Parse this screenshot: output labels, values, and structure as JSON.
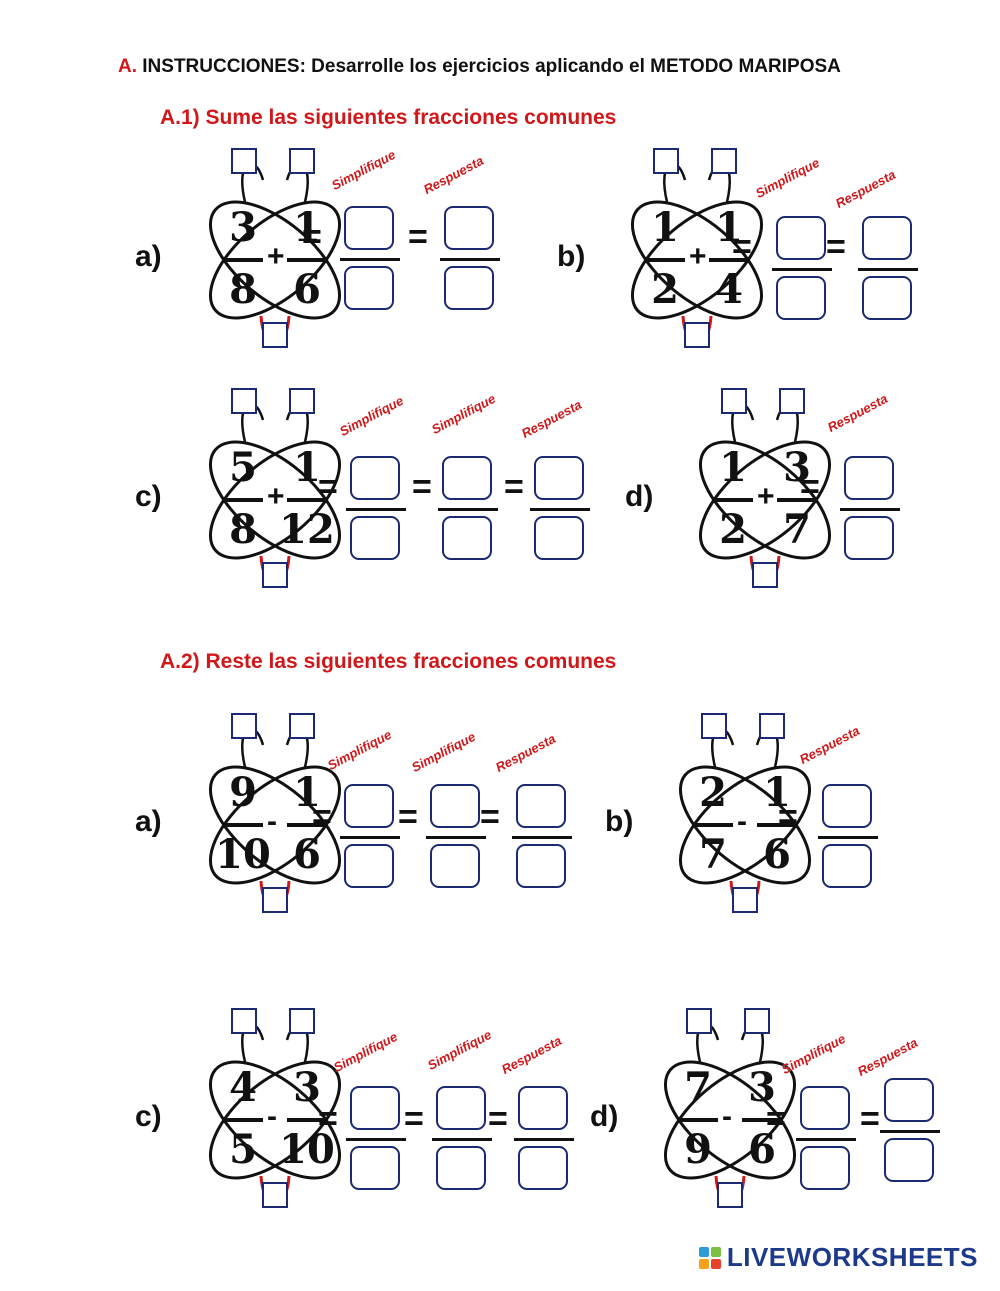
{
  "instructions": {
    "letter": "A.",
    "text": "INSTRUCCIONES: Desarrolle los ejercicios aplicando el METODO MARIPOSA"
  },
  "sections": [
    {
      "title": "A.1) Sume las siguientes fracciones comunes"
    },
    {
      "title": "A.2) Reste las siguientes fracciones comunes"
    }
  ],
  "exercises": [
    {
      "label": "a)",
      "n1": "3",
      "d1": "8",
      "op": "+",
      "n2": "1",
      "d2": "6",
      "tags": [
        "Simplifique",
        "Respuesta"
      ]
    },
    {
      "label": "b)",
      "n1": "1",
      "d1": "2",
      "op": "+",
      "n2": "1",
      "d2": "4",
      "tags": [
        "Simplifique",
        "Respuesta"
      ]
    },
    {
      "label": "c)",
      "n1": "5",
      "d1": "8",
      "op": "+",
      "n2": "1",
      "d2": "12",
      "tags": [
        "Simplifique",
        "Simplifique",
        "Respuesta"
      ]
    },
    {
      "label": "d)",
      "n1": "1",
      "d1": "2",
      "op": "+",
      "n2": "3",
      "d2": "7",
      "tags": [
        "Respuesta"
      ]
    },
    {
      "label": "a)",
      "n1": "9",
      "d1": "10",
      "op": "-",
      "n2": "1",
      "d2": "6",
      "tags": [
        "Simplifique",
        "Simplifique",
        "Respuesta"
      ]
    },
    {
      "label": "b)",
      "n1": "2",
      "d1": "7",
      "op": "-",
      "n2": "1",
      "d2": "6",
      "tags": [
        "Respuesta"
      ]
    },
    {
      "label": "c)",
      "n1": "4",
      "d1": "5",
      "op": "-",
      "n2": "3",
      "d2": "10",
      "tags": [
        "Simplifique",
        "Simplifique",
        "Respuesta"
      ]
    },
    {
      "label": "d)",
      "n1": "7",
      "d1": "9",
      "op": "-",
      "n2": "3",
      "d2": "6",
      "tags": [
        "Simplifique",
        "Respuesta"
      ]
    }
  ],
  "footer": {
    "brand": "LIVEWORKSHEETS"
  },
  "colors": {
    "accent_red": "#d0181b",
    "box_blue": "#1b2a73",
    "brand_blue": "#1d3a8a"
  }
}
